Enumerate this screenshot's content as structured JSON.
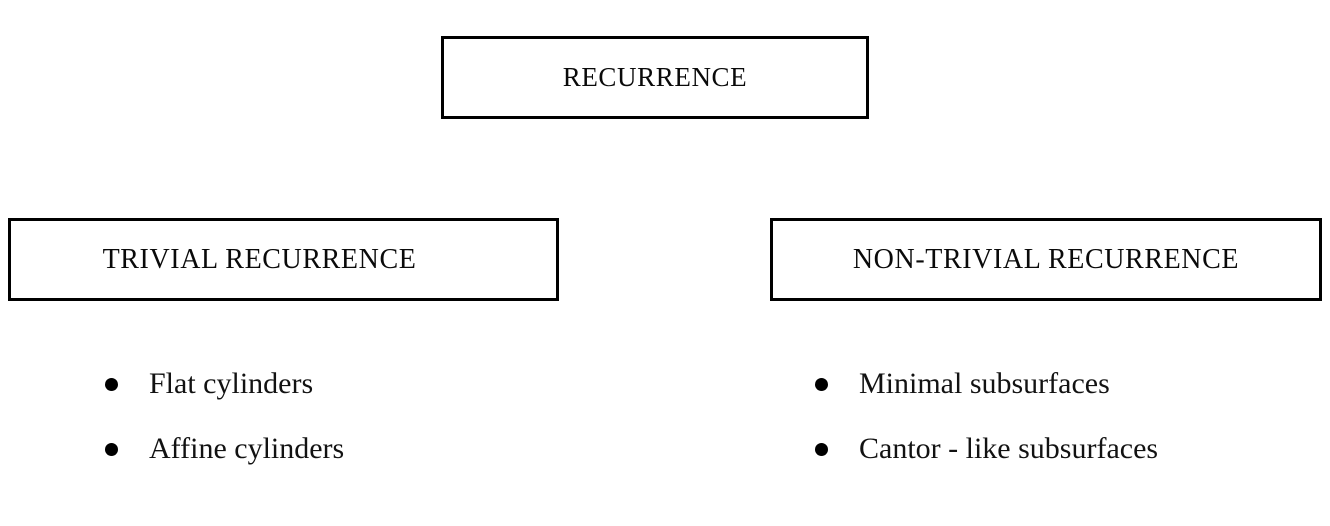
{
  "diagram": {
    "type": "hierarchy-tree",
    "background_color": "#ffffff",
    "line_color": "#000000",
    "text_color": "#000000",
    "root": {
      "label": "RECURRENCE"
    },
    "branches": [
      {
        "id": "trivial",
        "label": "TRIVIAL RECURRENCE",
        "items": [
          {
            "text": "Flat cylinders"
          },
          {
            "text": "Affine cylinders"
          }
        ]
      },
      {
        "id": "non-trivial",
        "label": "NON-TRIVIAL RECURRENCE",
        "items": [
          {
            "text": "Minimal subsurfaces"
          },
          {
            "text": "Cantor - like subsurfaces"
          }
        ]
      }
    ]
  }
}
